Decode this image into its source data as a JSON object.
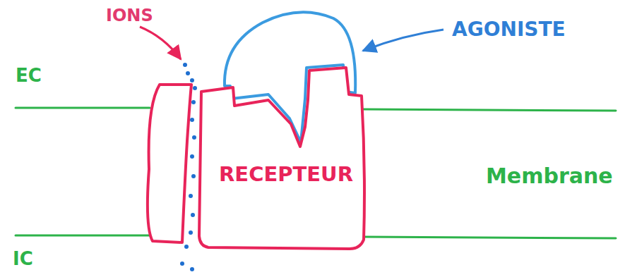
{
  "diagram": {
    "nodes": [
      {
        "text": [
          "AGONISTE"
        ]
      },
      {
        "text": [
          "RECEPTEUR"
        ]
      }
    ],
    "labels": [
      "IONS",
      "EC",
      "IC",
      "Membrane"
    ]
  }
}
